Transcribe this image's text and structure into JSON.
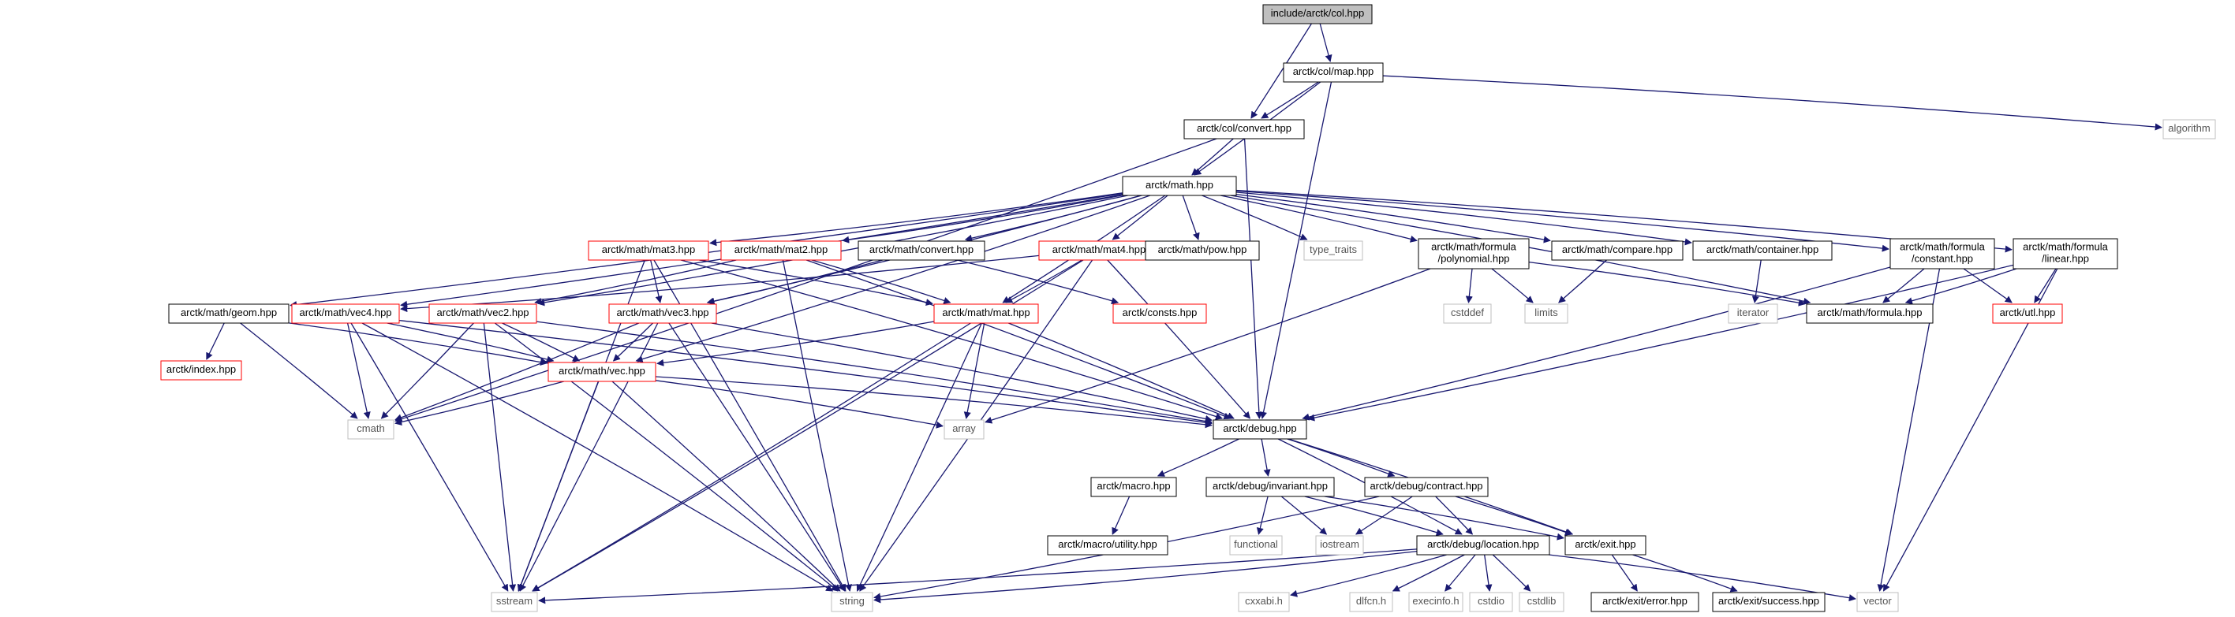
{
  "graph": {
    "kind": "include dependency graph",
    "colors": {
      "edge": "#191970",
      "edge_gray": "#a9a9a9",
      "root_fill": "#bfbfbf",
      "node_border": "#000000",
      "linked_border": "#ff0000",
      "system_border": "#bfbfbf",
      "system_text": "#555555",
      "text": "#000000"
    },
    "nodes": [
      {
        "id": "root",
        "label": "include/arctk/col.hpp",
        "kind": "root"
      },
      {
        "id": "colmap",
        "label": "arctk/col/map.hpp",
        "kind": "file"
      },
      {
        "id": "algorithm",
        "label": "algorithm",
        "kind": "system"
      },
      {
        "id": "colconvert",
        "label": "arctk/col/convert.hpp",
        "kind": "file"
      },
      {
        "id": "math",
        "label": "arctk/math.hpp",
        "kind": "file"
      },
      {
        "id": "mat3",
        "label": "arctk/math/mat3.hpp",
        "kind": "linked"
      },
      {
        "id": "mat2",
        "label": "arctk/math/mat2.hpp",
        "kind": "linked"
      },
      {
        "id": "mathconvert",
        "label": "arctk/math/convert.hpp",
        "kind": "file"
      },
      {
        "id": "mat4",
        "label": "arctk/math/mat4.hpp",
        "kind": "linked"
      },
      {
        "id": "pow",
        "label": "arctk/math/pow.hpp",
        "kind": "file"
      },
      {
        "id": "type_traits",
        "label": "type_traits",
        "kind": "system"
      },
      {
        "id": "polynomial",
        "label": "arctk/math/formula\n/polynomial.hpp",
        "kind": "file"
      },
      {
        "id": "compare",
        "label": "arctk/math/compare.hpp",
        "kind": "file"
      },
      {
        "id": "container",
        "label": "arctk/math/container.hpp",
        "kind": "file"
      },
      {
        "id": "constant",
        "label": "arctk/math/formula\n/constant.hpp",
        "kind": "file"
      },
      {
        "id": "linear",
        "label": "arctk/math/formula\n/linear.hpp",
        "kind": "file"
      },
      {
        "id": "geom",
        "label": "arctk/math/geom.hpp",
        "kind": "file"
      },
      {
        "id": "vec4",
        "label": "arctk/math/vec4.hpp",
        "kind": "linked"
      },
      {
        "id": "vec2",
        "label": "arctk/math/vec2.hpp",
        "kind": "linked"
      },
      {
        "id": "vec3",
        "label": "arctk/math/vec3.hpp",
        "kind": "linked"
      },
      {
        "id": "mat",
        "label": "arctk/math/mat.hpp",
        "kind": "linked"
      },
      {
        "id": "consts",
        "label": "arctk/consts.hpp",
        "kind": "linked"
      },
      {
        "id": "cstddef",
        "label": "cstddef",
        "kind": "system"
      },
      {
        "id": "limits",
        "label": "limits",
        "kind": "system"
      },
      {
        "id": "iterator",
        "label": "iterator",
        "kind": "system"
      },
      {
        "id": "formula",
        "label": "arctk/math/formula.hpp",
        "kind": "file"
      },
      {
        "id": "utl",
        "label": "arctk/utl.hpp",
        "kind": "linked"
      },
      {
        "id": "index",
        "label": "arctk/index.hpp",
        "kind": "linked"
      },
      {
        "id": "vec",
        "label": "arctk/math/vec.hpp",
        "kind": "linked"
      },
      {
        "id": "cmath",
        "label": "cmath",
        "kind": "system"
      },
      {
        "id": "array",
        "label": "array",
        "kind": "system"
      },
      {
        "id": "debug",
        "label": "arctk/debug.hpp",
        "kind": "file"
      },
      {
        "id": "macro",
        "label": "arctk/macro.hpp",
        "kind": "file"
      },
      {
        "id": "invariant",
        "label": "arctk/debug/invariant.hpp",
        "kind": "file"
      },
      {
        "id": "contract",
        "label": "arctk/debug/contract.hpp",
        "kind": "file"
      },
      {
        "id": "macroutil",
        "label": "arctk/macro/utility.hpp",
        "kind": "file"
      },
      {
        "id": "functional",
        "label": "functional",
        "kind": "system"
      },
      {
        "id": "iostream",
        "label": "iostream",
        "kind": "system"
      },
      {
        "id": "location",
        "label": "arctk/debug/location.hpp",
        "kind": "file"
      },
      {
        "id": "exit",
        "label": "arctk/exit.hpp",
        "kind": "file"
      },
      {
        "id": "sstream",
        "label": "sstream",
        "kind": "system"
      },
      {
        "id": "string",
        "label": "string",
        "kind": "system"
      },
      {
        "id": "cxxabi",
        "label": "cxxabi.h",
        "kind": "system"
      },
      {
        "id": "dlfcn",
        "label": "dlfcn.h",
        "kind": "system"
      },
      {
        "id": "execinfo",
        "label": "execinfo.h",
        "kind": "system"
      },
      {
        "id": "cstdio",
        "label": "cstdio",
        "kind": "system"
      },
      {
        "id": "cstdlib",
        "label": "cstdlib",
        "kind": "system"
      },
      {
        "id": "vector",
        "label": "vector",
        "kind": "system"
      },
      {
        "id": "exiterror",
        "label": "arctk/exit/error.hpp",
        "kind": "file"
      },
      {
        "id": "exitsuccess",
        "label": "arctk/exit/success.hpp",
        "kind": "file"
      }
    ],
    "edges": [
      [
        "root",
        "colmap"
      ],
      [
        "root",
        "colconvert"
      ],
      [
        "colmap",
        "colconvert"
      ],
      [
        "colmap",
        "math"
      ],
      [
        "colmap",
        "algorithm"
      ],
      [
        "colmap",
        "debug"
      ],
      [
        "colconvert",
        "math"
      ],
      [
        "colconvert",
        "cmath"
      ],
      [
        "colconvert",
        "debug"
      ],
      [
        "math",
        "mat3"
      ],
      [
        "math",
        "mat2"
      ],
      [
        "math",
        "mathconvert"
      ],
      [
        "math",
        "mat4"
      ],
      [
        "math",
        "pow"
      ],
      [
        "math",
        "type_traits"
      ],
      [
        "math",
        "polynomial"
      ],
      [
        "math",
        "compare"
      ],
      [
        "math",
        "container"
      ],
      [
        "math",
        "constant"
      ],
      [
        "math",
        "linear"
      ],
      [
        "math",
        "geom"
      ],
      [
        "math",
        "vec4"
      ],
      [
        "math",
        "vec2"
      ],
      [
        "math",
        "vec3"
      ],
      [
        "math",
        "mat"
      ],
      [
        "math",
        "vec"
      ],
      [
        "math",
        "formula"
      ],
      [
        "mat3",
        "vec3"
      ],
      [
        "mat3",
        "mat"
      ],
      [
        "mat3",
        "sstream"
      ],
      [
        "mat3",
        "string"
      ],
      [
        "mat3",
        "debug"
      ],
      [
        "mat2",
        "vec2"
      ],
      [
        "mat2",
        "mat"
      ],
      [
        "mat2",
        "string"
      ],
      [
        "mat2",
        "debug"
      ],
      [
        "mathconvert",
        "consts"
      ],
      [
        "mathconvert",
        "vec3"
      ],
      [
        "mat4",
        "vec4"
      ],
      [
        "mat4",
        "mat"
      ],
      [
        "mat4",
        "debug"
      ],
      [
        "mat4",
        "sstream"
      ],
      [
        "mat4",
        "string"
      ],
      [
        "polynomial",
        "formula"
      ],
      [
        "polynomial",
        "cstddef"
      ],
      [
        "polynomial",
        "limits"
      ],
      [
        "polynomial",
        "array"
      ],
      [
        "compare",
        "limits"
      ],
      [
        "container",
        "iterator"
      ],
      [
        "constant",
        "formula"
      ],
      [
        "constant",
        "utl"
      ],
      [
        "constant",
        "debug"
      ],
      [
        "constant",
        "vector"
      ],
      [
        "linear",
        "formula"
      ],
      [
        "linear",
        "utl"
      ],
      [
        "linear",
        "debug"
      ],
      [
        "linear",
        "vector"
      ],
      [
        "geom",
        "index"
      ],
      [
        "geom",
        "vec"
      ],
      [
        "geom",
        "cmath"
      ],
      [
        "vec4",
        "vec"
      ],
      [
        "vec4",
        "cmath"
      ],
      [
        "vec4",
        "sstream"
      ],
      [
        "vec4",
        "string"
      ],
      [
        "vec4",
        "debug"
      ],
      [
        "vec2",
        "vec"
      ],
      [
        "vec2",
        "cmath"
      ],
      [
        "vec2",
        "sstream"
      ],
      [
        "vec2",
        "string"
      ],
      [
        "vec2",
        "debug"
      ],
      [
        "vec3",
        "vec"
      ],
      [
        "vec3",
        "cmath"
      ],
      [
        "vec3",
        "sstream"
      ],
      [
        "vec3",
        "string"
      ],
      [
        "vec3",
        "debug"
      ],
      [
        "mat",
        "vec"
      ],
      [
        "mat",
        "array"
      ],
      [
        "mat",
        "sstream"
      ],
      [
        "mat",
        "string"
      ],
      [
        "mat",
        "debug"
      ],
      [
        "vec",
        "cmath"
      ],
      [
        "vec",
        "array"
      ],
      [
        "vec",
        "sstream"
      ],
      [
        "vec",
        "string"
      ],
      [
        "vec",
        "debug"
      ],
      [
        "debug",
        "macro"
      ],
      [
        "debug",
        "invariant"
      ],
      [
        "debug",
        "contract"
      ],
      [
        "debug",
        "location"
      ],
      [
        "debug",
        "exit"
      ],
      [
        "macro",
        "macroutil"
      ],
      [
        "invariant",
        "functional"
      ],
      [
        "invariant",
        "iostream"
      ],
      [
        "invariant",
        "location"
      ],
      [
        "invariant",
        "exit"
      ],
      [
        "contract",
        "iostream"
      ],
      [
        "contract",
        "location"
      ],
      [
        "contract",
        "exit"
      ],
      [
        "contract",
        "string"
      ],
      [
        "location",
        "sstream"
      ],
      [
        "location",
        "string"
      ],
      [
        "location",
        "cxxabi"
      ],
      [
        "location",
        "dlfcn"
      ],
      [
        "location",
        "execinfo"
      ],
      [
        "location",
        "cstdio"
      ],
      [
        "location",
        "cstdlib"
      ],
      [
        "location",
        "vector"
      ],
      [
        "exit",
        "exiterror"
      ],
      [
        "exit",
        "exitsuccess"
      ]
    ]
  }
}
